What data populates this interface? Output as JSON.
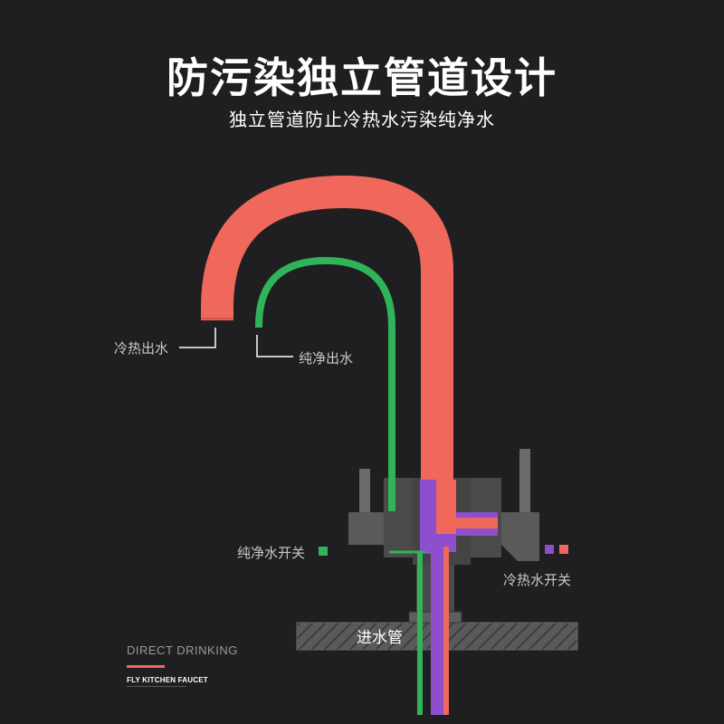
{
  "title": "防污染独立管道设计",
  "subtitle": "独立管道防止冷热水污染纯净水",
  "labels": {
    "hot_cold_outlet": "冷热出水",
    "pure_outlet": "纯净出水",
    "pure_switch": "纯净水开关",
    "hot_cold_switch": "冷热水开关",
    "inlet_pipe": "进水管"
  },
  "brand": {
    "line1": "DIRECT DRINKING",
    "line2": "FLY KITCHEN  FAUCET"
  },
  "colors": {
    "background": "#1f1f22",
    "hot_cold": "#f0685c",
    "pure": "#2fb45a",
    "hot": "#8e4fcf",
    "body": "#4a4a4a",
    "handle": "#6a6a6a"
  }
}
